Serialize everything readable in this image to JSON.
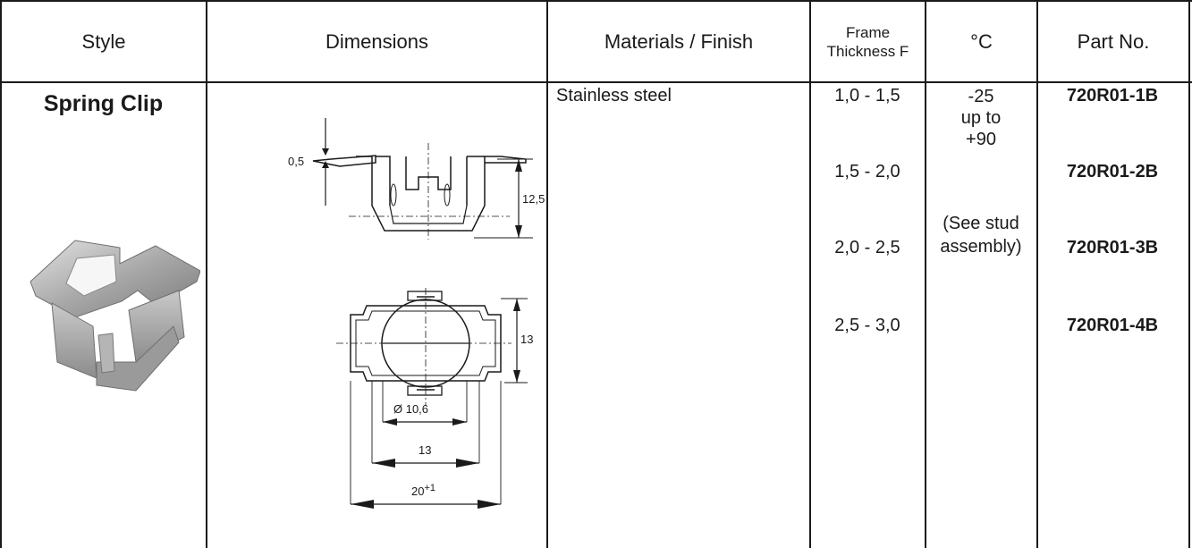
{
  "headers": {
    "style": "Style",
    "dimensions": "Dimensions",
    "materials": "Materials / Finish",
    "frame_line1": "Frame",
    "frame_line2": "Thickness F",
    "temperature": "°C",
    "part_no": "Part No."
  },
  "row": {
    "style_name": "Spring Clip",
    "material": "Stainless steel",
    "thickness": [
      "1,0 - 1,5",
      "1,5 - 2,0",
      "2,0 - 2,5",
      "2,5 - 3,0"
    ],
    "temperature": {
      "min": "-25",
      "mid": "up to",
      "max": "+90",
      "note1": "(See stud",
      "note2": "assembly)"
    },
    "parts": [
      "720R01-1B",
      "720R01-2B",
      "720R01-3B",
      "720R01-4B"
    ]
  },
  "drawing": {
    "top_view": {
      "thickness_dim": "0,5",
      "height_dim": "12,5"
    },
    "plan_view": {
      "height_dim": "13",
      "hole_dim": "Ø 10,6",
      "inner_width": "13",
      "outer_width_base": "20",
      "outer_width_tol": "+1"
    }
  }
}
